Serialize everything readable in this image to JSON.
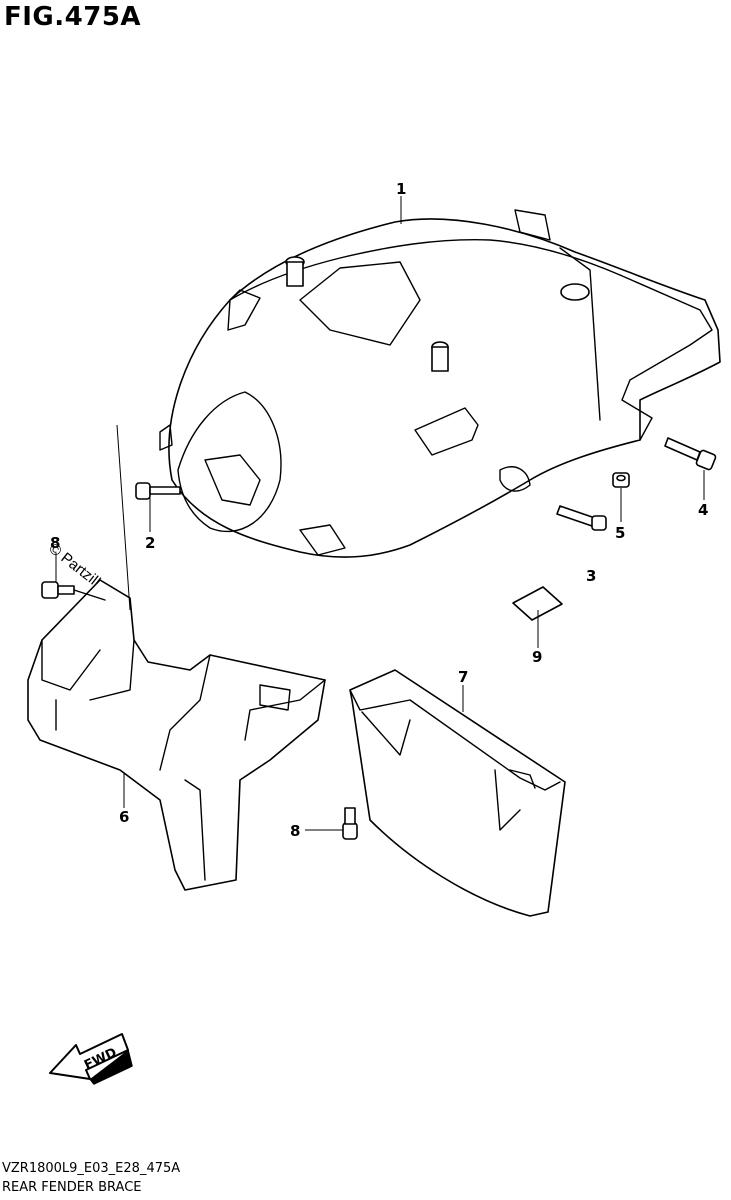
{
  "figure": {
    "title": "FIG.475A",
    "watermark": "© Partzilla.com",
    "model_code": "VZR1800L9_E03_E28_475A",
    "caption": "REAR FENDER BRACE"
  },
  "callouts": [
    "1",
    "2",
    "3",
    "4",
    "5",
    "6",
    "7",
    "8",
    "8",
    "9"
  ],
  "arrow": {
    "label": "FWD"
  },
  "colors": {
    "line": "#000000",
    "background": "#ffffff"
  }
}
